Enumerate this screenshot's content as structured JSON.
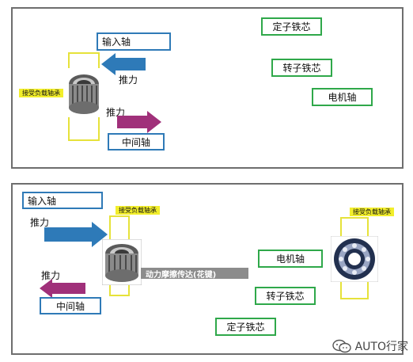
{
  "colors": {
    "panel_border": "#6e6e6e",
    "label_blue": "#2f7ab7",
    "label_green": "#2fa84a",
    "tag_yellow": "#f2ee2b",
    "housing_yellow": "#e6e23a",
    "arrow_blue": "#2e7ab8",
    "arrow_purple": "#a0307a",
    "spline_gray": "#8c8c8c"
  },
  "top_panel": {
    "input_shaft": "输入轴",
    "thrust_upper": "推力",
    "bearing_tag": "接受负载轴承",
    "thrust_lower": "推力",
    "middle_shaft": "中间轴",
    "stator_core": "定子铁芯",
    "rotor_core": "转子铁芯",
    "motor_shaft": "电机轴"
  },
  "bottom_panel": {
    "input_shaft": "输入轴",
    "thrust_upper": "推力",
    "bearing_tag_left": "接受负载轴承",
    "bearing_tag_right": "接受负载轴承",
    "spline_label": "动力摩擦传达(花键)",
    "thrust_lower": "推力",
    "middle_shaft": "中间轴",
    "motor_shaft": "电机轴",
    "rotor_core": "转子铁芯",
    "stator_core": "定子铁芯"
  },
  "watermark": {
    "text": "AUTO行家",
    "icon": "wechat-icon"
  }
}
